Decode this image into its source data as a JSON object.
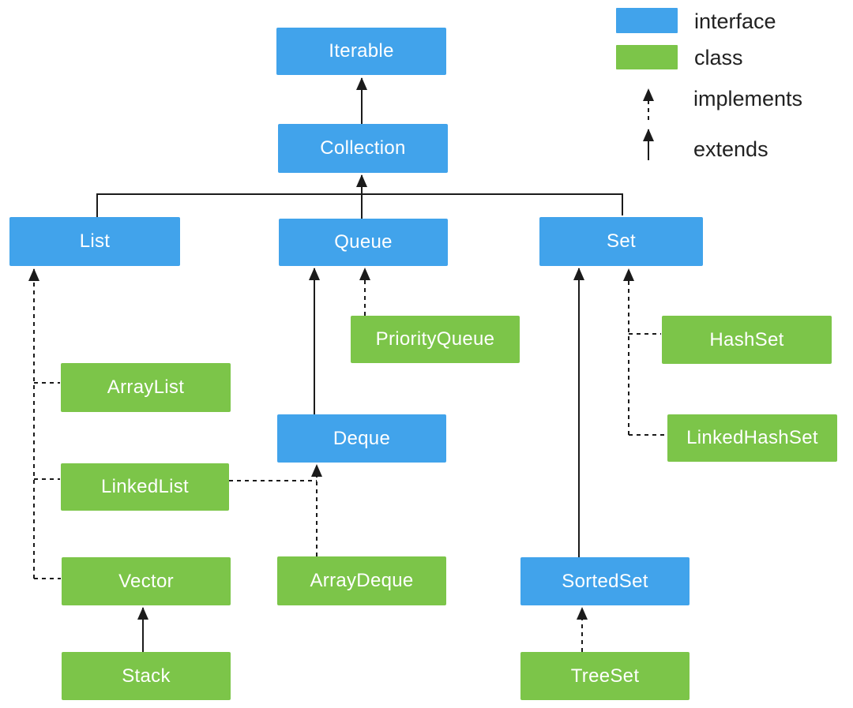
{
  "colors": {
    "interface": "#41a3eb",
    "class": "#7cc549",
    "line": "#1b1b1b",
    "box_text": "#ffffff",
    "legend_text": "#212121",
    "background": "#ffffff"
  },
  "legend": {
    "interface_label": "interface",
    "class_label": "class",
    "implements_label": "implements",
    "extends_label": "extends"
  },
  "nodes": {
    "iterable": {
      "label": "Iterable",
      "type": "interface"
    },
    "collection": {
      "label": "Collection",
      "type": "interface"
    },
    "list": {
      "label": "List",
      "type": "interface"
    },
    "queue": {
      "label": "Queue",
      "type": "interface"
    },
    "set": {
      "label": "Set",
      "type": "interface"
    },
    "priorityqueue": {
      "label": "PriorityQueue",
      "type": "class"
    },
    "hashset": {
      "label": "HashSet",
      "type": "class"
    },
    "arraylist": {
      "label": "ArrayList",
      "type": "class"
    },
    "deque": {
      "label": "Deque",
      "type": "interface"
    },
    "linkedhashset": {
      "label": "LinkedHashSet",
      "type": "class"
    },
    "linkedlist": {
      "label": "LinkedList",
      "type": "class"
    },
    "vector": {
      "label": "Vector",
      "type": "class"
    },
    "arraydeque": {
      "label": "ArrayDeque",
      "type": "class"
    },
    "sortedset": {
      "label": "SortedSet",
      "type": "interface"
    },
    "stack": {
      "label": "Stack",
      "type": "class"
    },
    "treeset": {
      "label": "TreeSet",
      "type": "class"
    }
  },
  "edges": [
    {
      "from": "collection",
      "to": "iterable",
      "relation": "extends"
    },
    {
      "from": "list",
      "to": "collection",
      "relation": "extends"
    },
    {
      "from": "queue",
      "to": "collection",
      "relation": "extends"
    },
    {
      "from": "set",
      "to": "collection",
      "relation": "extends"
    },
    {
      "from": "arraylist",
      "to": "list",
      "relation": "implements"
    },
    {
      "from": "linkedlist",
      "to": "list",
      "relation": "implements"
    },
    {
      "from": "vector",
      "to": "list",
      "relation": "implements"
    },
    {
      "from": "stack",
      "to": "vector",
      "relation": "extends"
    },
    {
      "from": "deque",
      "to": "queue",
      "relation": "extends"
    },
    {
      "from": "priorityqueue",
      "to": "queue",
      "relation": "implements"
    },
    {
      "from": "linkedlist",
      "to": "deque",
      "relation": "implements"
    },
    {
      "from": "arraydeque",
      "to": "deque",
      "relation": "implements"
    },
    {
      "from": "sortedset",
      "to": "set",
      "relation": "extends"
    },
    {
      "from": "hashset",
      "to": "set",
      "relation": "implements"
    },
    {
      "from": "linkedhashset",
      "to": "set",
      "relation": "implements"
    },
    {
      "from": "treeset",
      "to": "sortedset",
      "relation": "implements"
    }
  ]
}
